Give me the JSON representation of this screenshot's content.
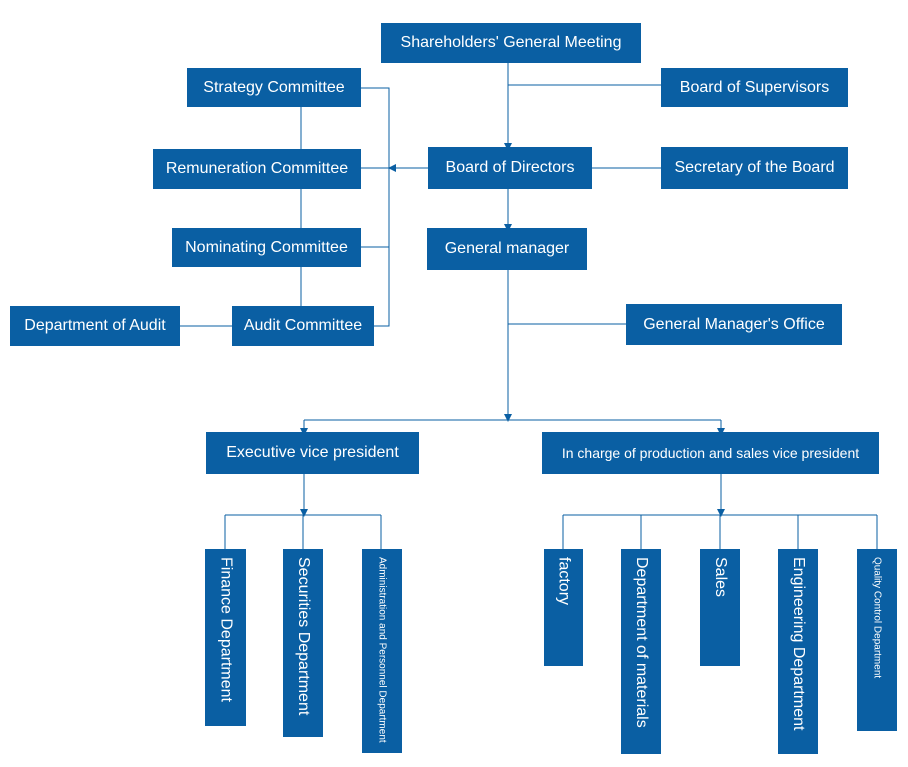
{
  "nodes": {
    "shareholders": "Shareholders' General Meeting",
    "board_of_supervisors": "Board of Supervisors",
    "strategy_committee": "Strategy Committee",
    "remuneration_committee": "Remuneration Committee",
    "nominating_committee": "Nominating Committee",
    "audit_committee": "Audit Committee",
    "department_of_audit": "Department of Audit",
    "board_of_directors": "Board of Directors",
    "secretary_of_board": "Secretary of the Board",
    "general_manager": "General manager",
    "general_managers_office": "General Manager's Office",
    "executive_vp": "Executive vice president",
    "production_sales_vp": "In charge of production and sales vice president",
    "finance_department": "Finance Department",
    "securities_department": "Securities Department",
    "admin_personnel_department": "Administration and Personnel Department",
    "factory": "factory",
    "department_of_materials": "Department of materials",
    "sales": "Sales",
    "engineering_department": "Engineering Department",
    "quality_control_department": "Quality Control Department"
  },
  "colors": {
    "box_fill": "#0a5fa3",
    "box_text": "#ffffff",
    "connector": "#0a5fa3"
  }
}
